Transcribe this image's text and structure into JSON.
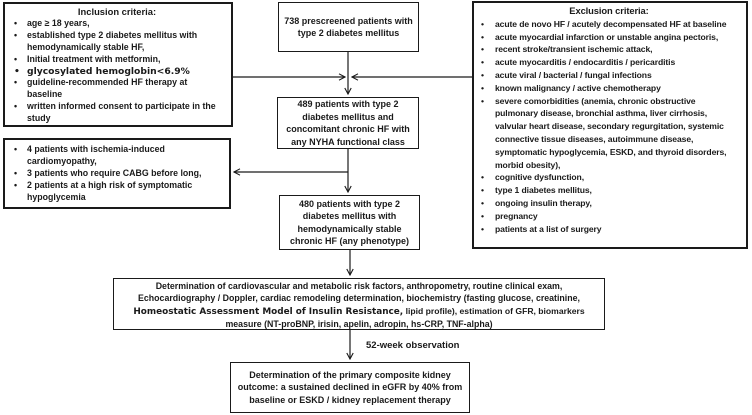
{
  "colors": {
    "line": "#1a1a1a",
    "border": "#1a1a1a",
    "background": "#ffffff",
    "text": "#1a1a1a"
  },
  "inclusion": {
    "title": "Inclusion criteria:",
    "items": [
      "age ≥ 18 years,",
      "established type 2 diabetes mellitus with hemodynamically  stable HF,",
      "Initial treatment with metformin,",
      "glycosylated hemoglobin<6.9%",
      "guideline-recommended  HF therapy at baseline",
      "written informed consent to participate in the study"
    ]
  },
  "excluded": {
    "items": [
      "4 patients with ischemia-induced cardiomyopathy,",
      "3 patients who require CABG before long,",
      "2 patients at a high  risk of symptomatic hypoglycemia"
    ]
  },
  "exclusion": {
    "title": "Exclusion criteria:",
    "items": [
      "acute de novo HF  / acutely decompensated HF at baseline",
      "acute myocardial infarction  or unstable angina pectoris,",
      "recent stroke/transient ischemic attack,",
      "acute myocarditis / endocarditis / pericarditis",
      "acute viral / bacterial / fungal infections",
      "known malignancy / active chemotherapy",
      "severe comorbidities (anemia, chronic obstructive pulmonary disease, bronchial asthma, liver cirrhosis, valvular heart disease, secondary regurgitation, systemic connective tissue diseases, autoimmune disease, symptomatic hypoglycemia, ESKD, and thyroid disorders, morbid obesity),",
      "cognitive dysfunction,",
      "type 1 diabetes mellitus,",
      "ongoing insulin therapy,",
      "pregnancy",
      "patients at a list of surgery"
    ]
  },
  "flow": {
    "box_738": "738 prescreened patients with type 2 diabetes mellitus",
    "box_489": "489 patients with type 2 diabetes mellitus and concomitant chronic HF with any NYHA functional class",
    "box_480": "480 patients with type 2 diabetes mellitus with hemodynamically stable chronic HF (any phenotype)",
    "assessment": {
      "line1": "Determination of cardiovascular and metabolic risk factors,  anthropometry, routine clinical exam,",
      "line2": "Echocardiography / Doppler, cardiac remodeling determination, biochemistry (fasting glucose, creatinine,",
      "line3_em": "Homeostatic Assessment Model of Insulin Resistance,",
      "line3_rest": " lipid profile), estimation of GFR, biomarkers",
      "line4": "measure (NT-proBNP, irisin, apelin, adropin, hs-CRP, TNF-alpha)"
    },
    "observation_label": "52-week observation",
    "outcome": "Determination of the primary composite kidney outcome: a sustained declined in eGFR by 40% from baseline or ESKD / kidney replacement therapy"
  }
}
